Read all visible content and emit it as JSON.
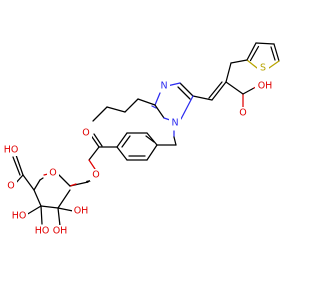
{
  "molecule": {
    "atoms": {
      "thiophene_s": "S",
      "imidazole_n_top": "N",
      "imidazole_n_ring": "N",
      "acid_oh_right": "OH",
      "acid_o_right": "O",
      "ester_o_carbonyl": "O",
      "ester_o_link": "O",
      "ring_o_sugar": "O",
      "sugar_acid_oh": "HO",
      "sugar_acid_o": "O",
      "oh_c2": "OH",
      "oh_c3": "OH",
      "oh_c4": "HO",
      "oh_c5": "HO"
    },
    "colors": {
      "carbon": "#000000",
      "oxygen": "#e00000",
      "nitrogen": "#2a2af0",
      "sulfur": "#b8a400"
    }
  }
}
